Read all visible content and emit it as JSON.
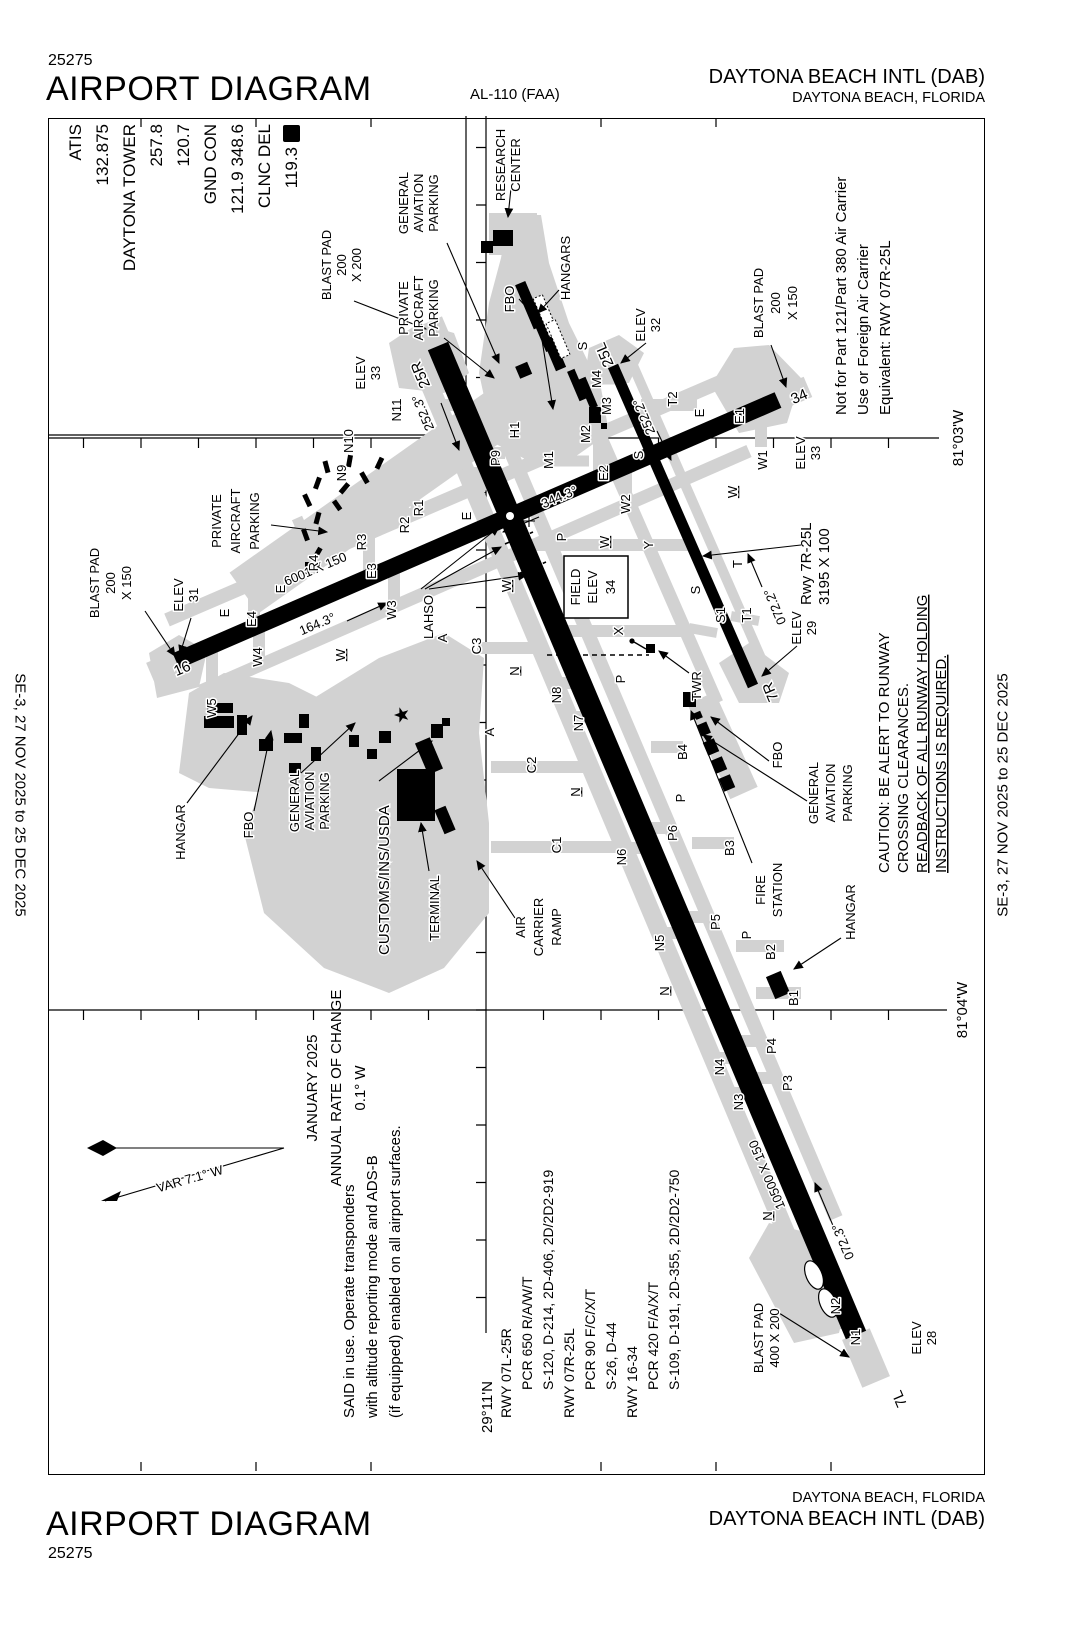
{
  "header": {
    "chart_number": "25275",
    "title": "AIRPORT DIAGRAM",
    "chart_code": "AL-110 (FAA)",
    "airport": "DAYTONA BEACH INTL (DAB)",
    "city": "DAYTONA BEACH, FLORIDA"
  },
  "footer": {
    "title": "AIRPORT DIAGRAM",
    "chart_number": "25275",
    "airport": "DAYTONA BEACH INTL (DAB)",
    "city": "DAYTONA BEACH, FLORIDA"
  },
  "margin_note": "SE-3,  27 NOV 2025  to  25 DEC 2025",
  "comms": {
    "lines": [
      "ATIS",
      "132.875",
      "DAYTONA TOWER",
      "257.8",
      "120.7",
      "GND CON",
      "121.9 348.6",
      "CLNC DEL",
      "119.3"
    ],
    "atis_symbol": "D"
  },
  "graticule": {
    "lat": "29°11'N",
    "lon_east": "81°03'W",
    "lon_west": "81°04'W"
  },
  "field_elev": [
    "FIELD",
    "ELEV",
    "34"
  ],
  "runways": {
    "main": {
      "id_sw": "7L",
      "id_ne": "25R",
      "dim": "10500 X 150",
      "hdg_ne": "252.3°",
      "hdg_sw": "072.3°"
    },
    "cross": {
      "id_nw": "16",
      "id_se": "34",
      "dim": "6001 X 150",
      "hdg_se": "164.3°",
      "hdg_nw": "344.3°"
    },
    "south": {
      "id_sw": "7R",
      "id_ne": "25L",
      "hdg_ne": "252.2°",
      "hdg_sw": "072.2°",
      "name": [
        "Rwy 7R-25L",
        "3195 X 100"
      ]
    }
  },
  "elevations": {
    "rwy25r": [
      "ELEV",
      "33"
    ],
    "rwy16": [
      "ELEV",
      "31"
    ],
    "rwy25l": [
      "ELEV",
      "32"
    ],
    "rwy34": [
      "ELEV",
      "33"
    ],
    "rwy7r": [
      "ELEV",
      "29"
    ],
    "rwy7l": [
      "ELEV",
      "28"
    ]
  },
  "blast": {
    "ne": [
      "BLAST PAD",
      "200",
      "X 200"
    ],
    "se": [
      "BLAST PAD",
      "200",
      "X 150"
    ],
    "nw": [
      "BLAST PAD",
      "200",
      "X 150"
    ],
    "sw": [
      "BLAST PAD",
      "400 X 200"
    ]
  },
  "fac": {
    "research": [
      "RESEARCH",
      "CENTER"
    ],
    "ga_top": [
      "GENERAL",
      "AVIATION",
      "PARKING"
    ],
    "private_top": [
      "PRIVATE",
      "AIRCRAFT",
      "PARKING"
    ],
    "fbo_top": "FBO",
    "hangars": "HANGARS",
    "private_mid": [
      "PRIVATE",
      "AIRCRAFT",
      "PARKING"
    ],
    "hangar_west": "HANGAR",
    "fbo_west": "FBO",
    "ga_west": [
      "GENERAL",
      "AVIATION",
      "PARKING"
    ],
    "customs": "CUSTOMS/INS/USDA",
    "terminal": "TERMINAL",
    "air_carrier": [
      "AIR",
      "CARRIER",
      "RAMP"
    ],
    "twr": "TWR",
    "fbo_east": "FBO",
    "fire": [
      "FIRE",
      "STATION"
    ],
    "ga_east": [
      "GENERAL",
      "AVIATION",
      "PARKING"
    ],
    "hangar_south": "HANGAR",
    "lahso": "LAHSO"
  },
  "twy": {
    "n1": "N1",
    "n2": "N2",
    "n3": "N3",
    "n4": "N4",
    "n5": "N5",
    "n6": "N6",
    "n7": "N7",
    "n8": "N8",
    "n9": "N9",
    "n10": "N10",
    "n11": "N11",
    "np1": "N",
    "np2": "N",
    "np3": "N",
    "np4": "N",
    "p3": "P3",
    "p4": "P4",
    "p5": "P5",
    "p6": "P6",
    "p9": "P9",
    "pp1": "P",
    "pp2": "P",
    "pp3": "P",
    "pp4": "P",
    "b1": "B1",
    "b2": "B2",
    "b3": "B3",
    "b4": "B4",
    "c1": "C1",
    "c2": "C2",
    "c3": "C3",
    "m1": "M1",
    "m2": "M2",
    "m3": "M3",
    "m4": "M4",
    "e1": "E1",
    "e2": "E2",
    "e3": "E3",
    "e4": "E4",
    "ep1": "E",
    "ep2": "E",
    "ep3": "E",
    "ep4": "E",
    "w1": "W1",
    "w2": "W2",
    "w3": "W3",
    "w4": "W4",
    "w5": "W5",
    "wp1": "W",
    "wp2": "W",
    "wp3": "W",
    "wp4": "W",
    "r1": "R1",
    "r2": "R2",
    "r3": "R3",
    "r4": "R4",
    "s1": "S1",
    "t1": "T1",
    "t2": "T2",
    "sp1": "S",
    "sp2": "S",
    "sp3": "S",
    "tp1": "T",
    "h1": "H1",
    "x": "X",
    "y": "Y",
    "ap1": "A",
    "ap2": "A"
  },
  "notes": {
    "not_for": [
      "Not for Part 121/Part 380 Air Carrier",
      "Use or Foreign Air Carrier",
      "Equivalent: RWY 07R-25L"
    ],
    "caution": [
      "CAUTION: BE ALERT TO RUNWAY",
      "CROSSING CLEARANCES.",
      "READBACK OF ALL RUNWAY HOLDING",
      "INSTRUCTIONS IS REQUIRED."
    ],
    "said": [
      "SAID in use. Operate transponders",
      "with altitude reporting mode and ADS-B",
      "(if equipped) enabled on all airport surfaces."
    ],
    "annual": [
      "JANUARY 2025",
      "ANNUAL RATE OF CHANGE",
      "0.1° W"
    ],
    "var": "VAR 7.1° W"
  },
  "runway_data": [
    "RWY 07L-25R",
    "PCR 650 R/A/W/T",
    "S-120, D-214, 2D-406, 2D/2D2-919",
    "RWY 07R-25L",
    "PCR 90 F/C/X/T",
    "S-26, D-44",
    "RWY 16-34",
    "PCR 420 F/A/X/T",
    "S-109, D-191, 2D-355, 2D/2D2-750"
  ]
}
